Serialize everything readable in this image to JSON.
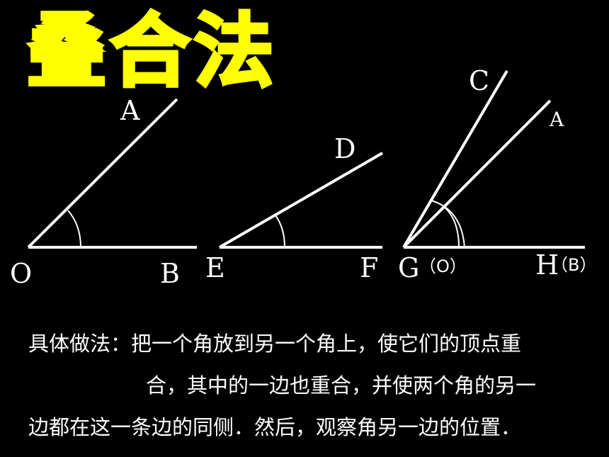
{
  "title": "叠合法",
  "labels": {
    "A": "A",
    "O": "O",
    "B": "B",
    "D": "D",
    "E": "E",
    "F": "F",
    "C": "C",
    "A2": "A",
    "G": "G",
    "G_paren": "（O）",
    "H": "H",
    "H_paren": "（B）"
  },
  "text": {
    "line1": "具体做法：把一个角放到另一个角上，使它们的顶点重",
    "line2": "合，其中的一边也重合，并使两个角的另一",
    "line3": "边都在这一条边的同侧．然后，观察角另一边的位置．"
  }
}
